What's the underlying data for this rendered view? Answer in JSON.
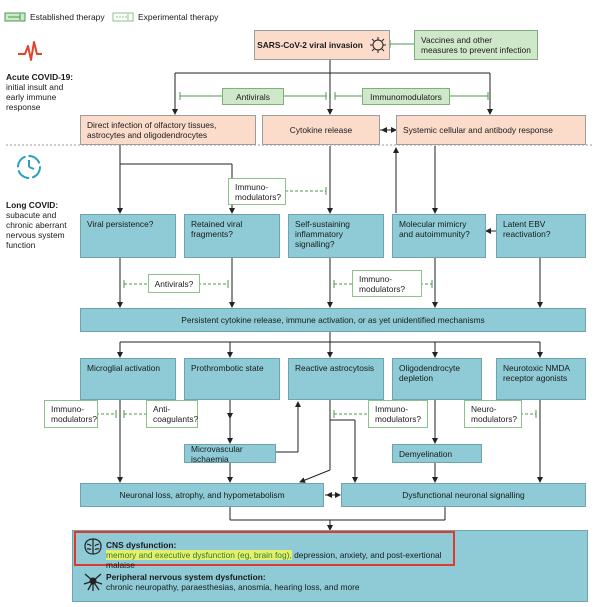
{
  "legend": {
    "established": "Established therapy",
    "experimental": "Experimental therapy"
  },
  "acute": {
    "title": "Acute COVID-19:",
    "desc": "initial insult and early immune response"
  },
  "long": {
    "title": "Long COVID:",
    "desc": "subacute and chronic aberrant nervous system function"
  },
  "nodes": {
    "sars": "SARS-CoV-2 viral invasion",
    "vaccines": "Vaccines and other measures to prevent infection",
    "antivirals_top": "Antivirals",
    "immunomod_top": "Immunomodulators",
    "direct_infection": "Direct infection of olfactory tissues, astrocytes and oligodendrocytes",
    "cytokine_release": "Cytokine release",
    "systemic": "Systemic cellular and antibody response",
    "immunomod_q1": "Immuno-modulators?",
    "viral_persistence": "Viral persistence?",
    "retained_fragments": "Retained viral fragments?",
    "self_sustaining": "Self-sustaining inflammatory signalling?",
    "molecular_mimicry": "Molecular mimicry and autoimmunity?",
    "latent_ebv": "Latent EBV reactivation?",
    "antivirals_q": "Antivirals?",
    "immunomod_q2": "Immuno-modulators?",
    "persistent": "Persistent cytokine release, immune activation, or as yet unidentified mechanisms",
    "microglial": "Microglial activation",
    "prothrombotic": "Prothrombotic state",
    "reactive_astro": "Reactive astrocytosis",
    "oligo_depletion": "Oligodendrocyte depletion",
    "nmda": "Neurotoxic NMDA receptor agonists",
    "immunomod_q3": "Immuno-modulators?",
    "anticoagulants_q": "Anti-coagulants?",
    "immunomod_q4": "Immuno-modulators?",
    "neuromod_q": "Neuro-modulators?",
    "microvascular": "Microvascular ischaemia",
    "demyelination": "Demyelination",
    "neuronal_loss": "Neuronal loss, atrophy, and hypometabolism",
    "dysfunctional": "Dysfunctional neuronal signalling"
  },
  "cns": {
    "title": "CNS dysfunction:",
    "highlight": "memory and executive dysfunction (eg, brain fog),",
    "rest": " depression, anxiety, and post-exertional malaise"
  },
  "pns": {
    "title": "Peripheral nervous system dysfunction:",
    "desc": "chronic neuropathy, paraesthesias, anosmia, hearing loss, and more"
  },
  "icons": {
    "acute": "lightning-pulse-icon",
    "long": "clock-icon",
    "virus": "virus-icon",
    "brain": "brain-icon",
    "neuron": "neuron-icon"
  },
  "colors": {
    "orange": "#fbdccb",
    "blue": "#8ecbd6",
    "green": "#8dc28a",
    "highlight_frame": "#e23a2a",
    "acute_icon": "#e0442f",
    "long_icon": "#2a9fc1"
  }
}
